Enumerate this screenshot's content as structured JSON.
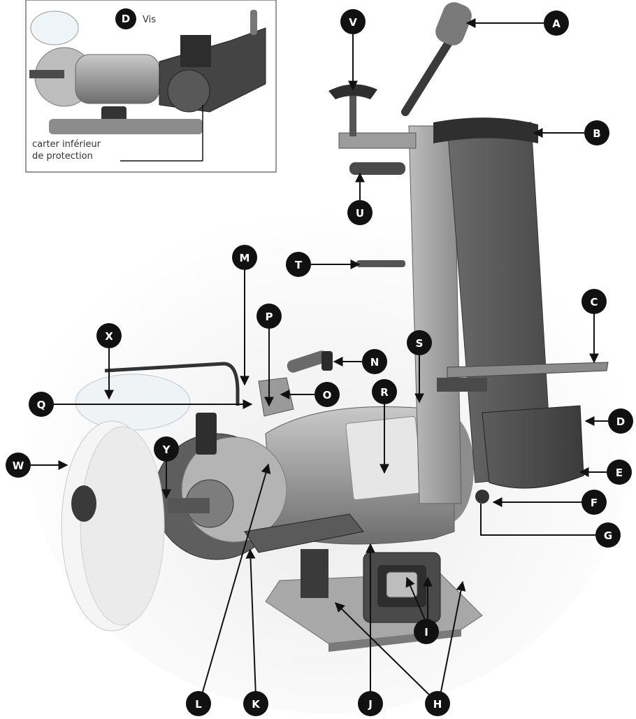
{
  "inset": {
    "marker_letter": "D",
    "marker_text": "Vis",
    "caption_line1": "carter inférieur",
    "caption_line2": "de protection"
  },
  "callouts": {
    "A": "A",
    "B": "B",
    "C": "C",
    "D": "D",
    "E": "E",
    "F": "F",
    "G": "G",
    "H": "H",
    "I": "I",
    "J": "J",
    "K": "K",
    "L": "L",
    "M": "M",
    "N": "N",
    "O": "O",
    "P": "P",
    "Q": "Q",
    "R": "R",
    "S": "S",
    "T": "T",
    "U": "U",
    "V": "V",
    "W": "W",
    "X": "X",
    "Y": "Y"
  },
  "colors": {
    "callout_fill": "#111111",
    "callout_text": "#ffffff",
    "machine_gray": "#9a9a9a",
    "belt": "#5a5a5a",
    "buffing_wheel": "#f4f4f4"
  }
}
